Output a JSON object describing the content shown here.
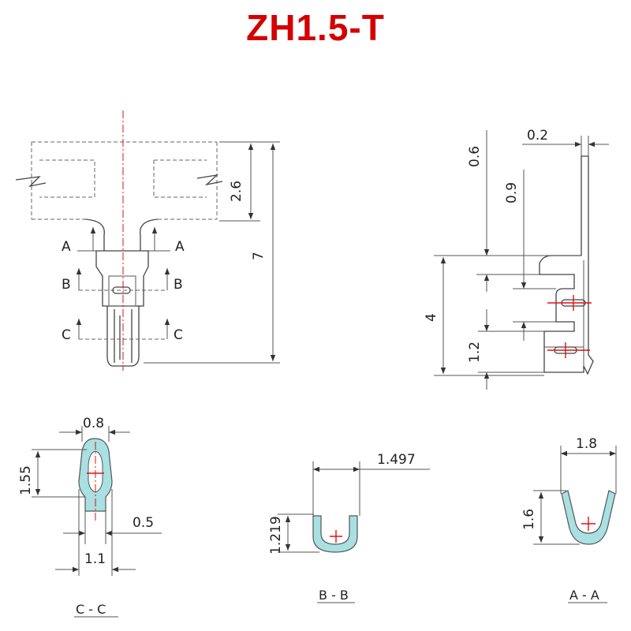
{
  "title": "ZH1.5-T",
  "colors": {
    "title": "#d40000",
    "centerline": "#e01010",
    "section_fill": "#a9e0e2",
    "line": "#444444"
  },
  "front_view": {
    "dims": {
      "d1": "2.6",
      "d2": "7"
    },
    "section_marks": {
      "a": "A",
      "b": "B",
      "c": "C"
    }
  },
  "side_view": {
    "dims": {
      "d1": "0.2",
      "d2": "0.6",
      "d3": "0.9",
      "d4": "4",
      "d5": "1.2"
    }
  },
  "section_cc": {
    "label": "C - C",
    "dims": {
      "d1": "0.8",
      "d2": "1.55",
      "d3": "0.5",
      "d4": "1.1"
    }
  },
  "section_bb": {
    "label": "B - B",
    "dims": {
      "d1": "1.497",
      "d2": "1.219"
    }
  },
  "section_aa": {
    "label": "A - A",
    "dims": {
      "d1": "1.8",
      "d2": "1.6"
    }
  }
}
